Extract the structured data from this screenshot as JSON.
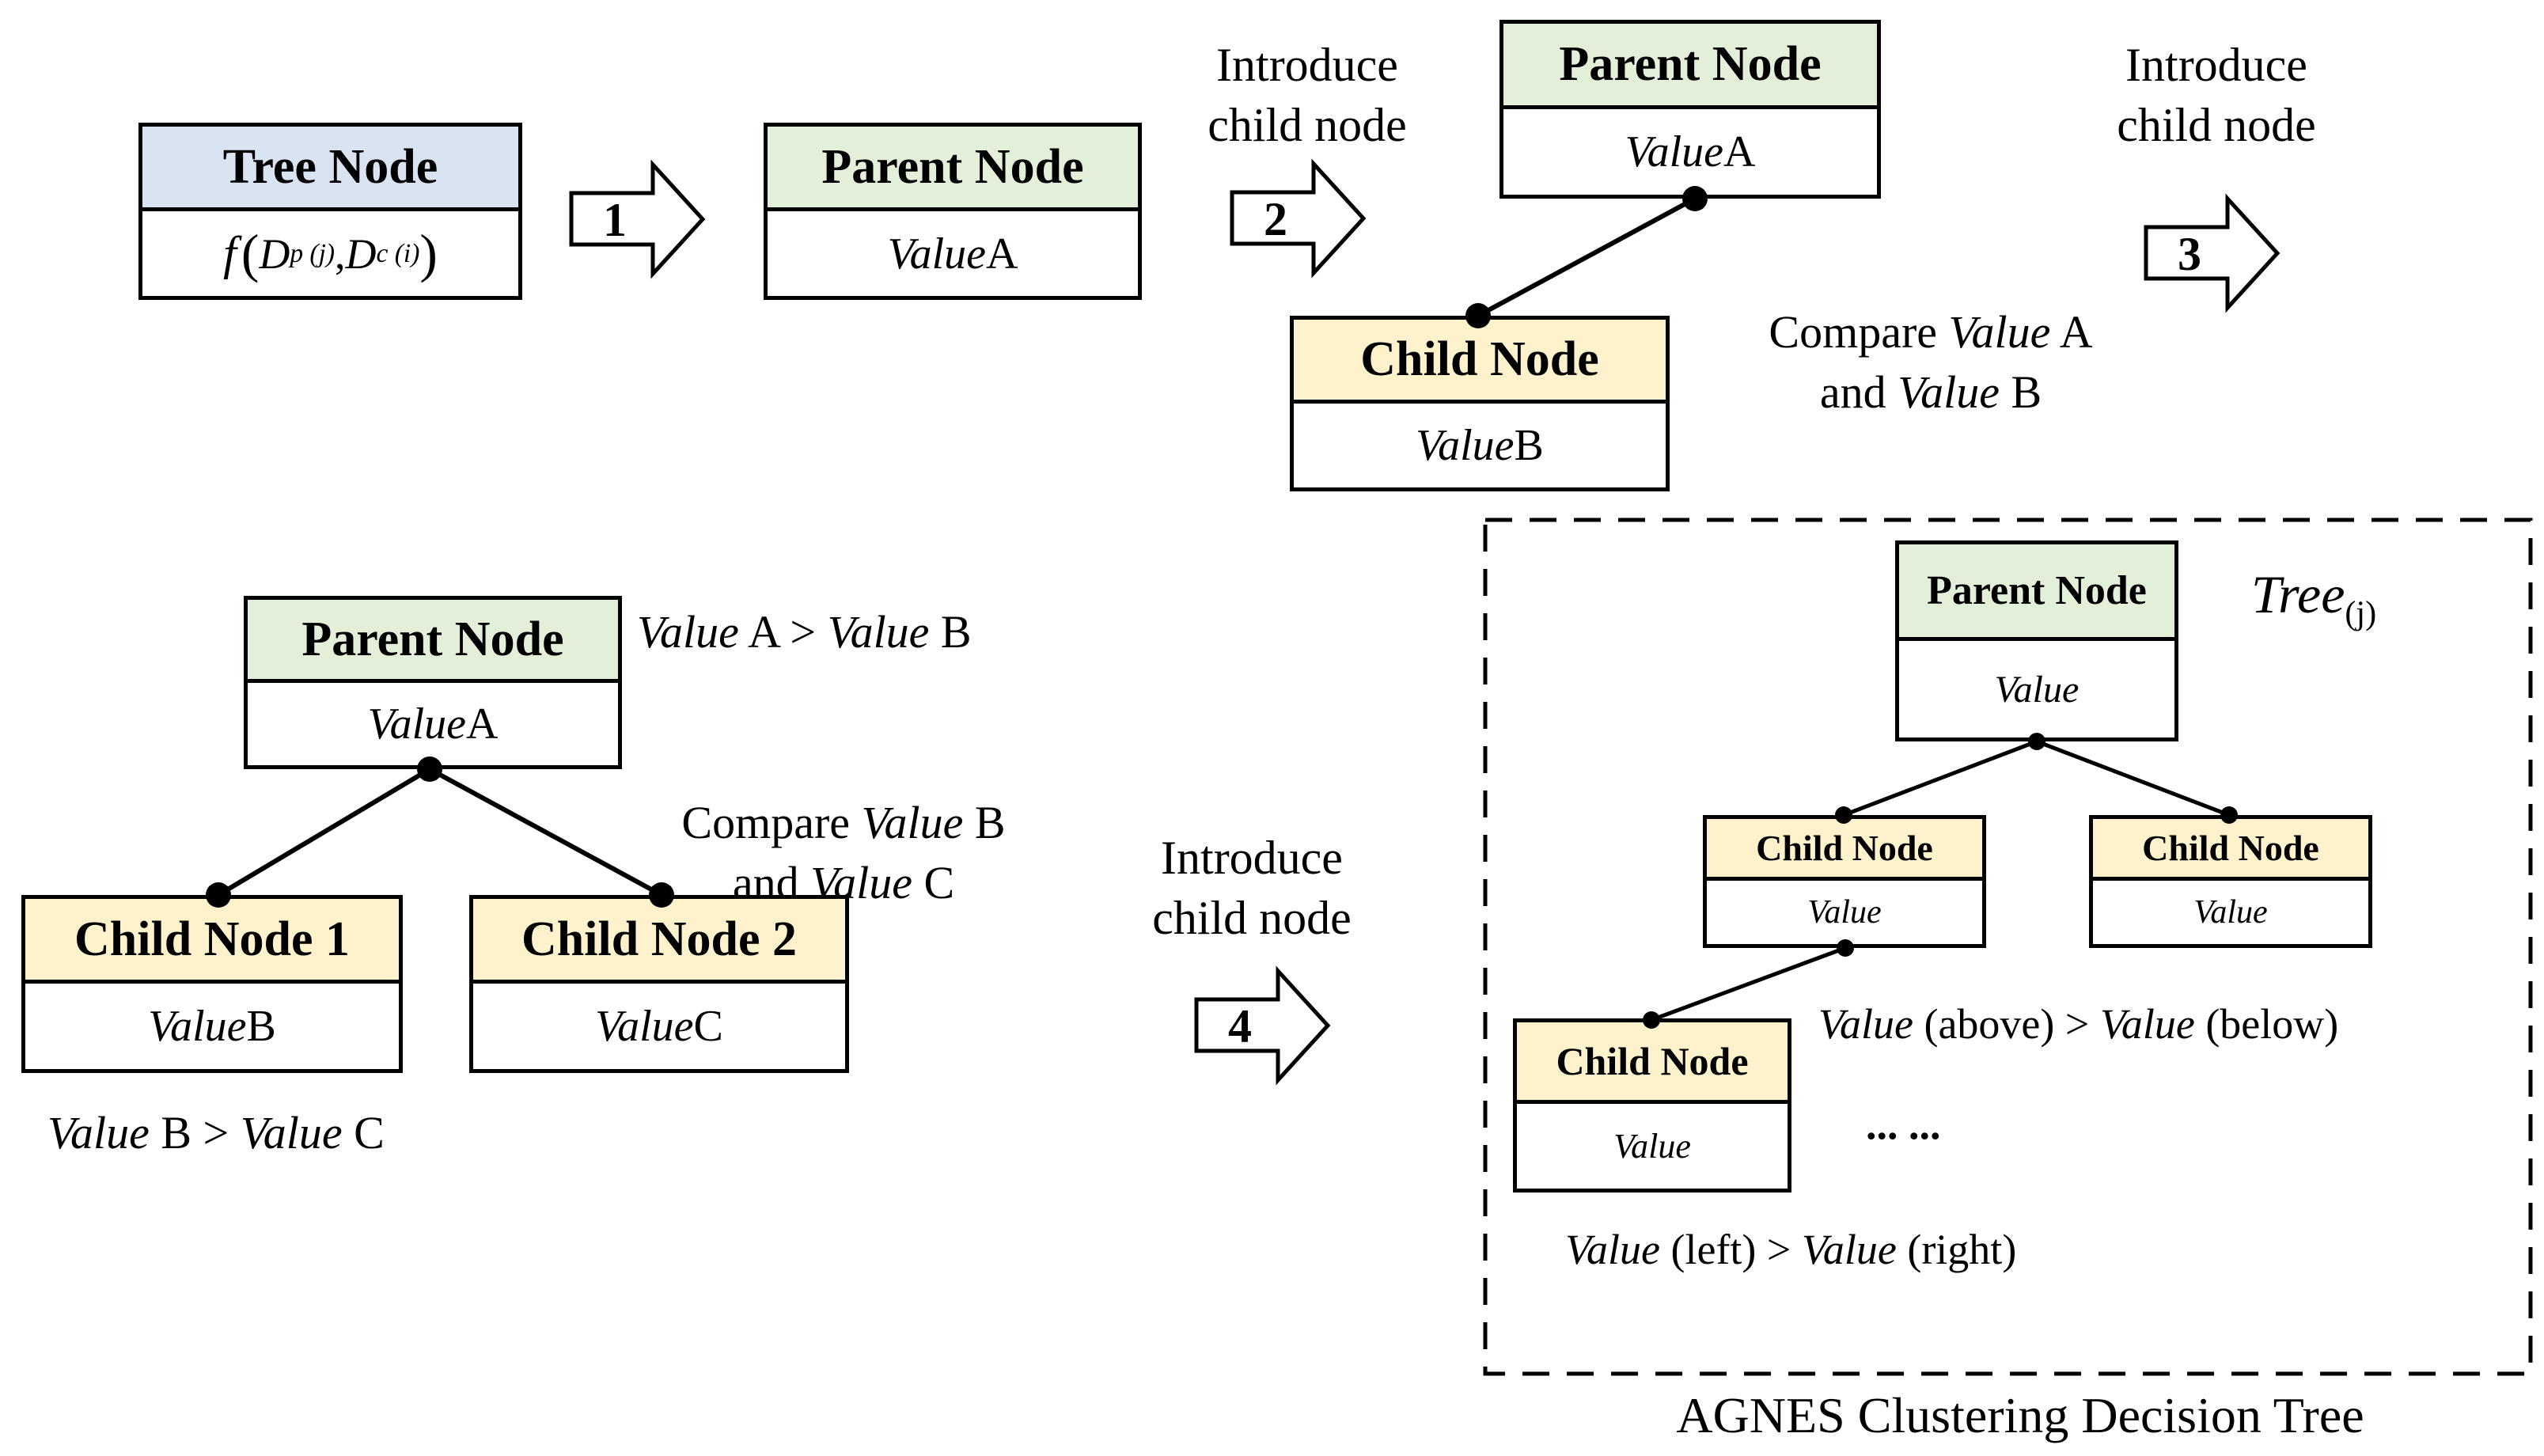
{
  "palette": {
    "header_blue": "#dae3f2",
    "header_green": "#e3efd9",
    "header_yellow": "#fdf2cc",
    "border": "#000000",
    "background": "#ffffff"
  },
  "steps": {
    "arrow1": "1",
    "arrow2": "2",
    "arrow3": "3",
    "arrow4": "4",
    "intro": {
      "line1": "Introduce",
      "line2": "child node"
    }
  },
  "nodes": {
    "tree": {
      "title": "Tree Node"
    },
    "parent1": {
      "title": "Parent Node",
      "value_word": "Value",
      "value_letter": " A"
    },
    "parent2": {
      "title": "Parent Node",
      "value_word": "Value",
      "value_letter": " A"
    },
    "child_b": {
      "title": "Child Node",
      "value_word": "Value",
      "value_letter": " B"
    },
    "parent3": {
      "title": "Parent Node",
      "value_word": "Value",
      "value_letter": " A"
    },
    "child1": {
      "title": "Child Node 1",
      "value_word": "Value",
      "value_letter": " B"
    },
    "child2": {
      "title": "Child Node 2",
      "value_word": "Value",
      "value_letter": " C"
    },
    "agnes_parent": {
      "title": "Parent Node",
      "value_word": "Value",
      "value_letter": ""
    },
    "agnes_child_left": {
      "title": "Child Node",
      "value_word": "Value",
      "value_letter": ""
    },
    "agnes_child_right": {
      "title": "Child Node",
      "value_word": "Value",
      "value_letter": ""
    },
    "agnes_child_bottom": {
      "title": "Child Node",
      "value_word": "Value",
      "value_letter": ""
    }
  },
  "formula": {
    "f": "f",
    "open": "(",
    "d1": "D",
    "sub1": "p (j)",
    "comma": ", ",
    "d2": "D",
    "sub2": "c (i)",
    "close": ")"
  },
  "annotations": {
    "compare_ab": {
      "l1a": "Compare ",
      "l1b": "Value",
      "l1c": " A",
      "l2a": "and ",
      "l2b": "Value",
      "l2c": " B"
    },
    "compare_bc": {
      "l1a": "Compare ",
      "l1b": "Value",
      "l1c": " B",
      "l2a": "and ",
      "l2b": "Value",
      "l2c": " C"
    },
    "gt_ab": {
      "a": "Value",
      "b": " A > ",
      "c": "Value",
      "d": " B"
    },
    "gt_bc": {
      "a": "Value",
      "b": " B > ",
      "c": "Value",
      "d": " C"
    },
    "above_below": {
      "a": "Value",
      "b": " (above) > ",
      "c": "Value",
      "d": " (below)"
    },
    "left_right": {
      "a": "Value",
      "b": " (left) > ",
      "c": "Value",
      "d": " (right)"
    },
    "ellipsis": "... ...",
    "tree_tag": {
      "word": "Tree",
      "sub": "(j)"
    },
    "caption": "AGNES Clustering Decision Tree"
  }
}
